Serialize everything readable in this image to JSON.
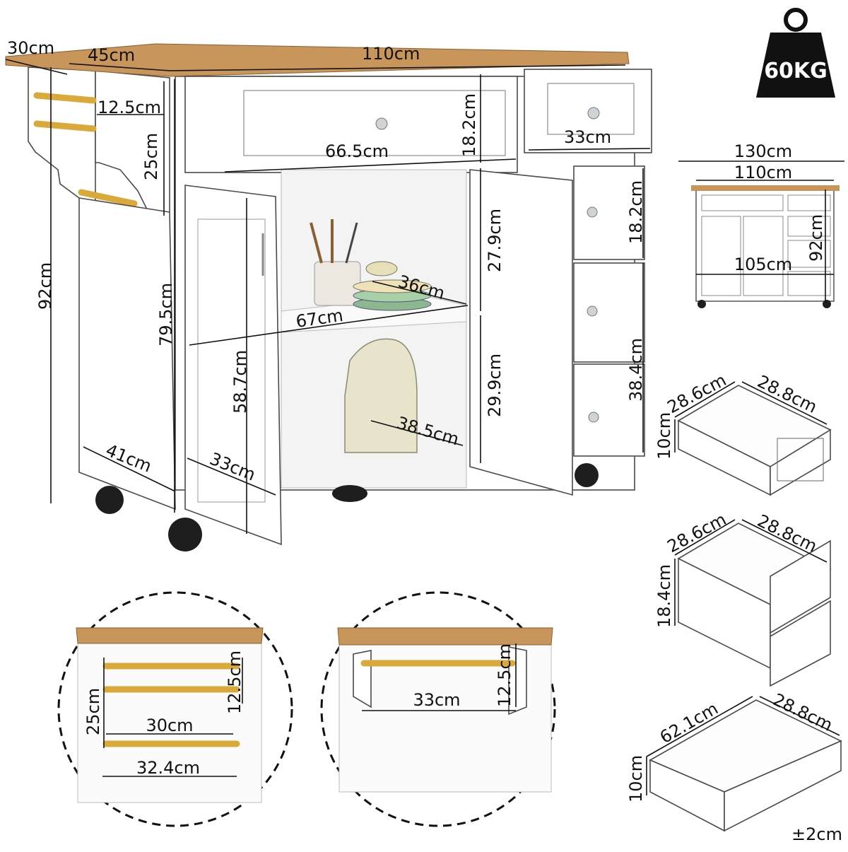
{
  "weight": {
    "label": "60KG",
    "icon": "weight-icon"
  },
  "tolerance": "±2cm",
  "main_dims": {
    "d30": "30cm",
    "d45": "45cm",
    "d110": "110cm",
    "d12_5": "12.5cm",
    "d25": "25cm",
    "d18_2a": "18.2cm",
    "d66_5": "66.5cm",
    "d33a": "33cm",
    "d92": "92cm",
    "d79_5": "79.5cm",
    "d27_9": "27.9cm",
    "d18_2b": "18.2cm",
    "d36": "36cm",
    "d67": "67cm",
    "d58_7": "58.7cm",
    "d29_9": "29.9cm",
    "d38_4": "38.4cm",
    "d38_5": "38.5cm",
    "d41": "41cm",
    "d33b": "33cm"
  },
  "front_view": {
    "w130": "130cm",
    "w110": "110cm",
    "w105": "105cm",
    "h92": "92cm"
  },
  "small_drawer": {
    "depth": "28.6cm",
    "width": "28.8cm",
    "height": "10cm"
  },
  "deep_drawer": {
    "depth": "28.6cm",
    "width": "28.8cm",
    "height": "18.4cm"
  },
  "wide_drawer": {
    "depth": "62.1cm",
    "width": "28.8cm",
    "height": "10cm"
  },
  "detail_left": {
    "h25": "25cm",
    "h12_5": "12.5cm",
    "w30": "30cm",
    "w32_4": "32.4cm"
  },
  "detail_right": {
    "w33": "33cm",
    "h12_5": "12.5cm"
  },
  "colors": {
    "wood": "#c8955a",
    "gold": "#d9a93a",
    "cabinet": "#ffffff"
  }
}
